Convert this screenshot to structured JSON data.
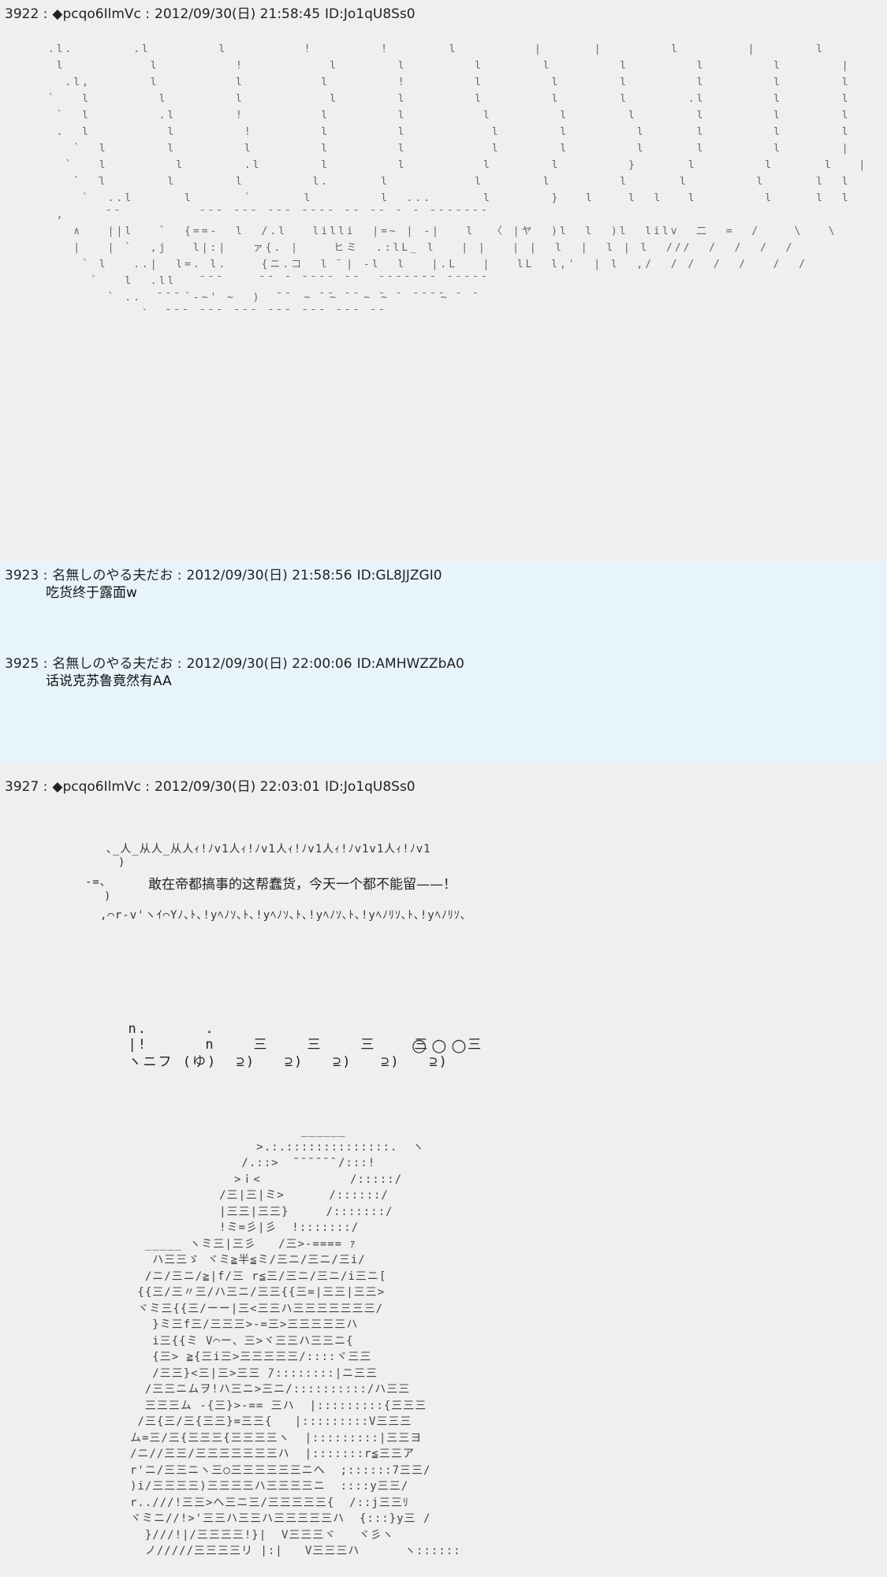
{
  "posts": [
    {
      "number": "3922 :",
      "name": "◆pcqo6IlmVc :",
      "date": "2012/09/30(日) 21:58:45",
      "id": "ID:Jo1qU8Ss0",
      "art": " .l.       .l        l         !        !       l         |      |        l        |       l        l              l              /         /\n  l          l         !          l       l        l       l        l        l        l       |        l           l             /        /\n   .l,       l         l         l        !        l        l       l        l        l       l       l          l          /         /\n `   l        l        l          l       l        l        l       l       .l        l       l      l          l         /        /\n  `  l        .l       !         l        l         l        l       l       l        l       l     l          l        /       /      >\n  .  l         l        !        l        l          l       l        l      l        l       l    l          l       /      /      /\n    `  l       l        l        l        l          l       l        l      l        l       |    l         l       /      /      /\n   `   l        l       .l       l        l         l       l        }      l        l      l   |         l      /      /      /      .\n    `  ̄l       l       l        l.      l          l       l        l      l        l      l  l        l      /     /      /      /\n     `  ..l      l      `      l        l  ...      l       }   l    l  l   l        l     l  l       /     /     /      /\n  ,     ̄ ̄          ̄ ̄ ̄  ̄ ̄ ̄  ̄ ̄ ̄  ̄ ̄ ̄ ̄  ̄ ̄  ̄ ̄  ̄  ̄  ̄ ̄ ̄ ̄ ̄ ̄ ̄\n    ∧   ||l   `  {==-  l  /.l   lilli  |=~ | -|   l  〈 |ヤ  )l  l  )l  lilv  二  =  /    \\   \\\n    |   | `  ,j   l|:|   ァ{. |    ヒミ  .:lL_ l   | |   | |  l  |  l | l  ///  /  /  /  /\n     ` l   ..|  l=. l.    {ニ.コ  l ̄ | -l  l   |.L   |   lL  l,'  | l  ,/  / /  /  /   /  /\n      `   l  .ll   ̄ ̄ ̄     ̄ ̄  ̄  ̄ ̄ ̄ ̄  ̄ ̄   ̄ ̄ ̄ ̄ ̄ ̄ ̄  ̄ ̄ ̄ ̄ ̄\n        ` ..  ̄ ̄ ̄ `-~' ~  )  ̄ ̄  ~ ̄ ̄~ ̄ ̄ ~ ̄~ ̄  ̄ ̄ ̄ ̄~ ̄  ̄\n            `  ̄ ̄ ̄  ̄ ̄ ̄  ̄ ̄ ̄  ̄ ̄ ̄  ̄ ̄ ̄  ̄ ̄ ̄  ̄ ̄"
    },
    {
      "number": "3923 :",
      "name": "名無しのやる夫だお :",
      "date": "2012/09/30(日) 21:58:56",
      "id": "ID:GL8JJZGI0",
      "text": "吃货终于露面w"
    },
    {
      "number": "3925 :",
      "name": "名無しのやる夫だお :",
      "date": "2012/09/30(日) 22:00:06",
      "id": "ID:AMHWZZbA0",
      "text": "话说克苏鲁竟然有AA"
    },
    {
      "number": "3927 :",
      "name": "◆pcqo6IlmVc :",
      "date": "2012/09/30(日) 22:03:01",
      "id": "ID:Jo1qU8Ss0",
      "banner_top": "､_人_从人_从人ｨ!ﾉv1人ｨ!ﾉv1人ｨ!ﾉv1人ｨ!ﾉv1v1人ｨ!ﾉv1",
      "banner_left_1": ")",
      "banner_left_2": "-=､",
      "banner_text": "敢在帝都搞事的这帮蠢货，今天一个都不能留——！",
      "banner_left_3": ")",
      "banner_bottom": ",⌒r-v'ヽｲ⌒Yﾉ､ﾄ､!yﾍﾉｿ､ﾄ､!yﾍﾉｿ､ﾄ､!yﾍﾉｿ､ﾄ､!yﾍﾉﾘｿ､ﾄ､!yﾍﾉﾘｿ､",
      "footsteps_line1": "  n.      .",
      "footsteps_line2": "  |!      n    三    三    三    三    三",
      "footsteps_line3": "  ヽニフ (ゆ)  ⊇)   ⊇)   ⊇)   ⊇)   ⊇)",
      "circles": "○○○",
      "figure": "                       ______\n                 >.:.::::::::::::::.  ヽ\n               /.::>  ̄ ̄ ̄ ̄ ̄ ̄ /:::!\n              >ｉ<            /:::::/\n            /三|三|ミ>      /::::::/\n            |三三|三三}     /:::::::/\n            !ミ=彡|彡  !:::::::/\n  _____ ヽミ三|三彡   /三>-==== ｧ\n   ハ三三ゞ ヾミ≧半≦ミ/三ニ/三ニ/三i/\n  /ニ/三ニ/≧|f/三 r≦三/三ニ/三ニ/i三ニ[\n {{三/三〃三/ハ三ニ/三三{{三=|三三|三三>\n ヾミ三{{三/ーー|三<三三ハ三三三三三三三/\n   }ミ三f三/三三三>-=三>三三三三三ハ\n   i三{{ミ V⌒ー、三>ヾ三三ハ三三ニ{\n   {三> ≧{三i三>三三三三三/::::ヾ三三\n   /三三}<三|三>三三 ̄/::::::::|ニ三三\n  /三三ニムヲ!ハ三ニ>三ニ/::::::::::/ハ三三\n  三三三ム -{三}>-== 三ハ  |:::::::::{三三三\n /三{三/三{三三}=三三{   |:::::::::V三三三\nム=三/三{三三三{三三三三ヽ  |:::::::::|三三ヨ\n/ニ//三三/三三三三三三三ハ  |:::::::r≦三三ア\nr'ニ/三三ニヽ三○三三三三三三ニへ  ;::::::7三三/\n)i/三三三三)三三三三ハ三三三三ニ  ::::y三三/\nr..///!三三>へ三ニ三/三三三三三{  /::j三三ﾘ\nヾミニ//!>'三三ハ三三ハ三三三三三ハ  {:::}y三 /\n  }///!|/三三三三!}|  V三三三ヾ   ヾ彡ヽ\n  ノ/////三三三三リ |:|   V三三三ハ      ヽ::::::"
    }
  ]
}
